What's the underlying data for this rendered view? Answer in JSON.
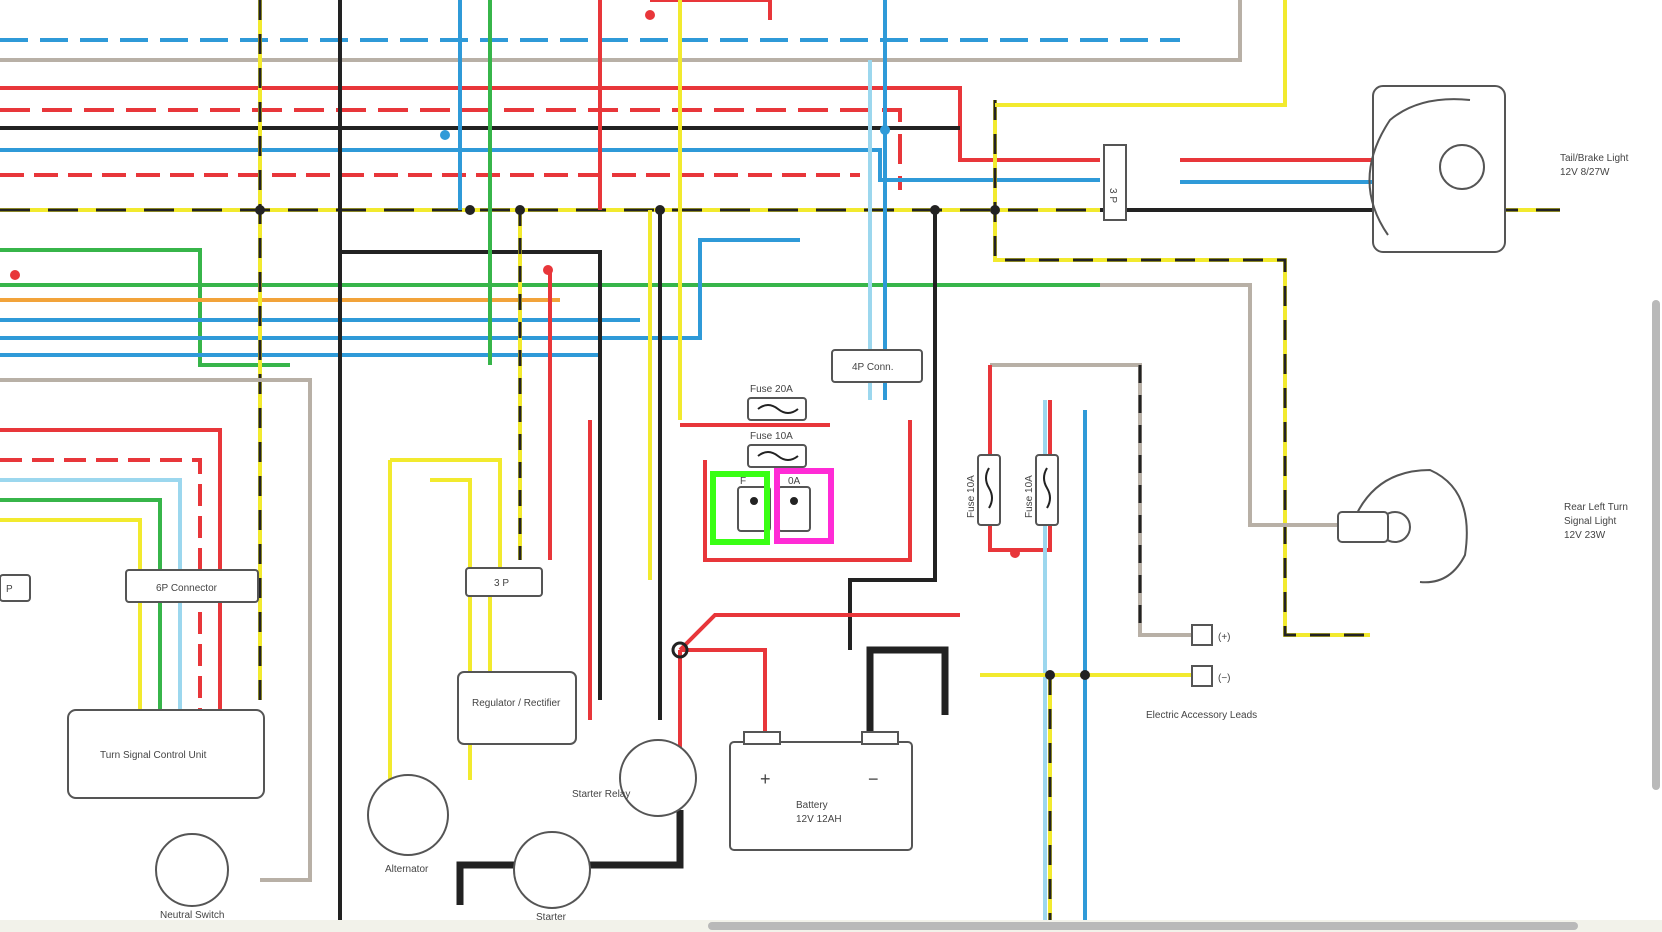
{
  "diagram": {
    "title": "Wiring Diagram (partial view)",
    "labels": {
      "tail_brake_light": "Tail/Brake Light",
      "tail_brake_spec": "12V 8/27W",
      "rear_left_turn": "Rear Left Turn",
      "signal_light": "Signal Light",
      "signal_spec": "12V 23W",
      "fuse_20a": "Fuse 20A",
      "fuse_10a": "Fuse 10A",
      "fuse_10a_a": "Fuse 10A",
      "fuse_10a_b": "Fuse 10A",
      "fuse_small_a": "F",
      "fuse_small_b": "0A",
      "conn_4p": "4P Conn.",
      "conn_6p": "6P Connector",
      "conn_3p": "3 P",
      "conn_p": "P",
      "conn_3p_tail": "3 P",
      "regulator": "Regulator / Rectifier",
      "turn_signal_unit": "Turn Signal Control Unit",
      "alternator": "Alternator",
      "starter": "Starter",
      "starter_relay": "Starter Relay",
      "battery": "Battery",
      "battery_spec": "12V 12AH",
      "battery_plus": "+",
      "battery_minus": "−",
      "neutral_switch": "Neutral Switch",
      "electric_accessory": "Electric Accessory Leads",
      "lead_plus": "(+)",
      "lead_minus": "(−)"
    }
  },
  "highlights": [
    {
      "name": "green-box",
      "color": "#39ff14"
    },
    {
      "name": "magenta-box",
      "color": "#ff2bd6"
    }
  ],
  "colors": {
    "red": "#e8363a",
    "blue": "#2f9ad8",
    "lightblue": "#9cd7ee",
    "yellow": "#f2ea2e",
    "green": "#37b54a",
    "black": "#222222",
    "orange": "#f2a33a",
    "gray": "#b8b0a6",
    "pink": "#f08a9a"
  }
}
